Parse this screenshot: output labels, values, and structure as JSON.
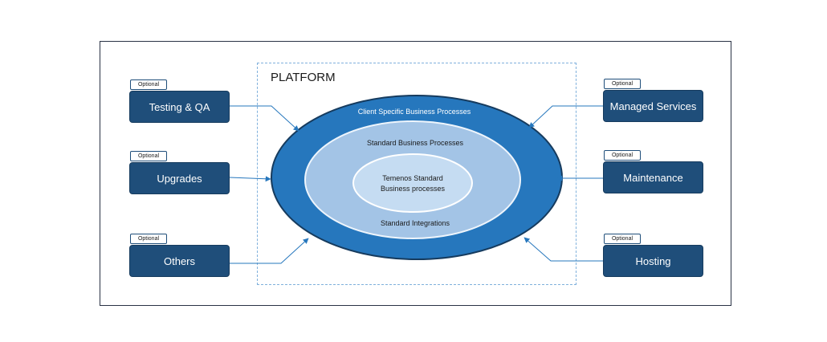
{
  "platform": {
    "title": "PLATFORM"
  },
  "rings": {
    "outer": "Client Specific Business Processes",
    "middle_top": "Standard Business Processes",
    "middle_bottom": "Standard Integrations",
    "inner_line1": "Temenos Standard",
    "inner_line2": "Business processes"
  },
  "left_services": [
    {
      "label": "Testing & QA",
      "tag": "Optional"
    },
    {
      "label": "Upgrades",
      "tag": "Optional"
    },
    {
      "label": "Others",
      "tag": "Optional"
    }
  ],
  "right_services": [
    {
      "label": "Managed Services",
      "tag": "Optional"
    },
    {
      "label": "Maintenance",
      "tag": "Optional"
    },
    {
      "label": "Hosting",
      "tag": "Optional"
    }
  ],
  "colors": {
    "box_fill": "#1f4e7a",
    "outer_ring": "#2677bd",
    "middle_ring": "#a3c4e6",
    "inner_ring": "#c5dcf2",
    "arrow": "#2677bd"
  }
}
